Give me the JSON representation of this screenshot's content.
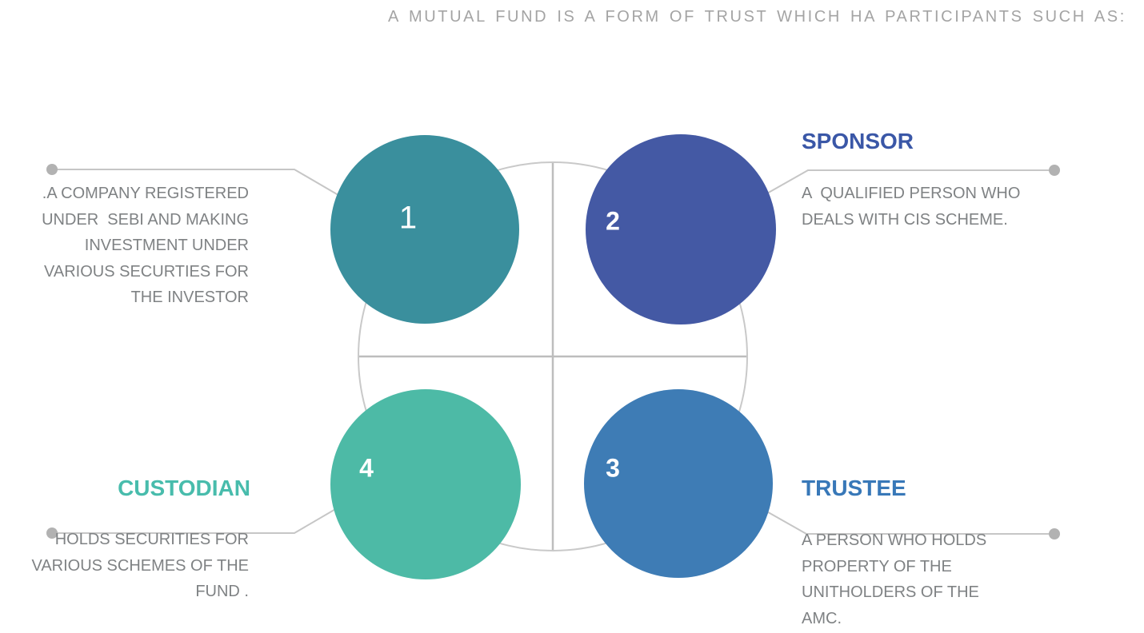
{
  "title": "A MUTUAL FUND IS A FORM OF TRUST WHICH HA PARTICIPANTS SUCH AS:",
  "nodes": [
    {
      "number": "1",
      "description": ".A COMPANY REGISTERED\nUNDER  SEBI AND MAKING\nINVESTMENT UNDER\nVARIOUS SECURTIES FOR\nTHE INVESTOR"
    },
    {
      "number": "2",
      "label": "SPONSOR",
      "description": "A  QUALIFIED PERSON WHO\nDEALS WITH CIS SCHEME."
    },
    {
      "number": "3",
      "label": "TRUSTEE",
      "description": "A PERSON WHO HOLDS\nPROPERTY OF THE\nUNITHOLDERS OF THE\nAMC."
    },
    {
      "number": "4",
      "label": "CUSTODIAN",
      "description": "HOLDS SECURITIES FOR\nVARIOUS SCHEMES OF THE\nFUND ."
    }
  ],
  "colors": {
    "circle1": "#3a8f9d",
    "circle2": "#4459a4",
    "circle3": "#3e7cb5",
    "circle4": "#4dbaa6",
    "sponsor_heading": "#3a57a7",
    "trustee_heading": "#3878b8",
    "custodian_heading": "#48bcac",
    "body_text": "#7f8284",
    "title_text": "#a4a4a4",
    "line": "#c6c6c6"
  }
}
